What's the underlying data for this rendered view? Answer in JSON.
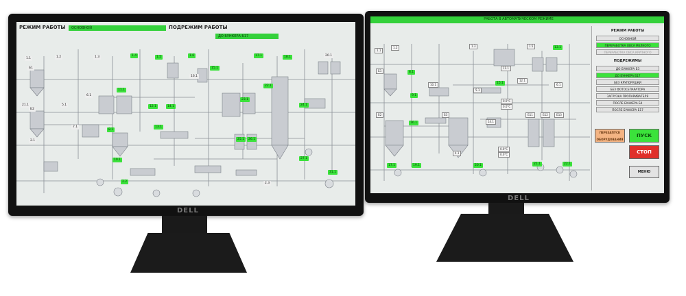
{
  "brand": "DELL",
  "left": {
    "mode_label": "РЕЖИМ РАБОТЫ",
    "mode_value": "ОСНОВНОЙ",
    "submode_label": "ПОДРЕЖИМ РАБОТЫ",
    "submode_value": "ДО БУНКЕРА Б17",
    "equipment_labels": [
      "1.1",
      "1.2",
      "1.3",
      "1.4",
      "1.5",
      "1.6",
      "Б1",
      "21.1",
      "Б2",
      "5.1",
      "6.1",
      "7.1",
      "2.1",
      "8.1",
      "10.1",
      "11.1",
      "12.1",
      "13.1",
      "14.1",
      "15.1",
      "16.1",
      "17.1",
      "18.1",
      "20.1",
      "22.1",
      "23.1",
      "24.1",
      "25.1",
      "26.1",
      "27.1",
      "2.2",
      "2.3",
      "31.1"
    ]
  },
  "right": {
    "status_title": "РАБОТА В АВТОМАТИЧЕСКОМ РЕЖИМЕ",
    "equipment_labels": [
      "1.1",
      "1.2",
      "1.3",
      "1.5",
      "Б1",
      "Б2",
      "Б3",
      "8.1",
      "9.1",
      "10.1",
      "11.1",
      "12.1",
      "13.1",
      "14.1",
      "15.1",
      "16.1",
      "17.1",
      "19.1",
      "20.1",
      "21.1",
      "22.1",
      "Б11",
      "Б12",
      "Б13",
      "4.1",
      "5.1",
      "6.1"
    ],
    "temps": [
      "0.0°C",
      "0.0°C",
      "0.0°C",
      "0.0°C"
    ],
    "panel": {
      "mode_title": "РЕЖИМ РАБОТЫ",
      "modes": [
        "ОСНОВНОЙ",
        "ПЕРЕРАБОТКА ОВСА МЕЛКОГО",
        "ПЕРЕРАБОТКА ОВСА КРУПНОГО"
      ],
      "submode_title": "ПОДРЕЖИМЫ",
      "submodes": [
        "ДО БУНКЕРА Б3",
        "ДО БУНКЕРА Б17",
        "БЕЗ КРУПОРУШКИ",
        "БЕЗ ФОТОСЕПАРАТОРА",
        "ЗАГРУЗКА ПРОПАРИВАТЕЛЯ",
        "ПОСЛЕ БУНКЕРА Б4",
        "ПОСЛЕ БУНКЕРА Б17"
      ],
      "restart_label": "ПЕРЕЗАПУСК ОБОРУДОВАНИЯ",
      "start_label": "ПУСК",
      "stop_label": "СТОП",
      "menu_label": "МЕНЮ"
    }
  },
  "colors": {
    "active_green": "#3be23b",
    "stop_red": "#e0302b",
    "restart_orange": "#f4b483"
  }
}
